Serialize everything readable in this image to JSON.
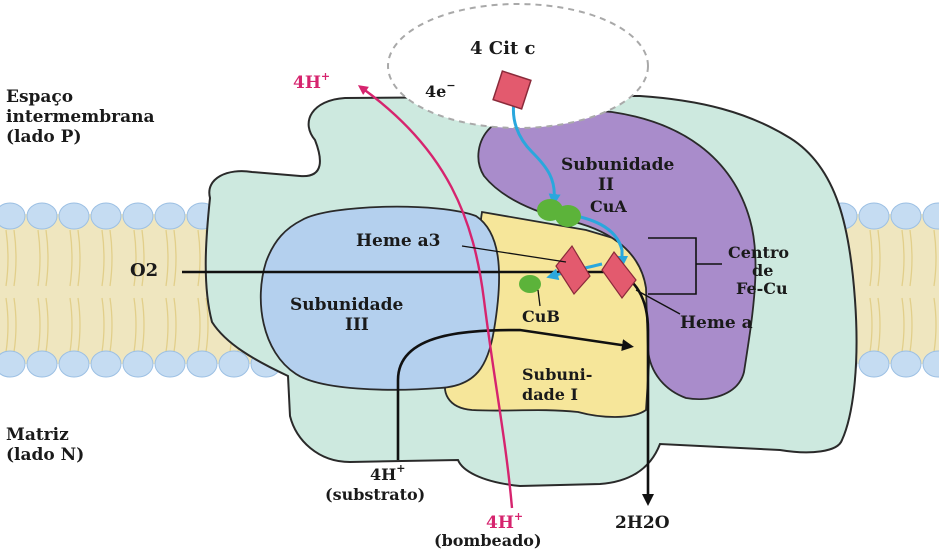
{
  "colors": {
    "membrane_head": "#c5dcf2",
    "membrane_head_stroke": "#9bbfe3",
    "membrane_tail": "#efe6bf",
    "complex_body": "#cde9df",
    "subunit_I": "#f6e69a",
    "subunit_II": "#a98ccb",
    "subunit_III": "#b4d0ee",
    "proton_path": "#d6246e",
    "electron_path": "#2aa7dd",
    "copper": "#5cb33a",
    "heme": "#e35a6e",
    "black_path": "#111111"
  },
  "labels": {
    "cit_c": "4 Cit c",
    "electrons": "4e",
    "pumped_out": "4H",
    "ims_line1": "Espaço",
    "ims_line2": "intermembrana",
    "ims_line3": "(lado P)",
    "matrix_line1": "Matriz",
    "matrix_line2": "(lado N)",
    "sub2_line1": "Subunidade",
    "sub2_line2": "II",
    "cu_a": "CuA",
    "heme_a3": "Heme a3",
    "centro_line1": "Centro",
    "centro_line2": "de",
    "centro_line3": "Fe-Cu",
    "o2": "O2",
    "sub3_line1": "Subunidade",
    "sub3_line2": "III",
    "cu_b": "CuB",
    "heme_a": "Heme a",
    "sub1_line1": "Subuni-",
    "sub1_line2": "dade I",
    "substrate_h": "4H",
    "substrate_note": "(substrato)",
    "water": "2H2O",
    "pumped_h": "4H",
    "pumped_note": "(bombeado)",
    "plus": "+",
    "minus": "−"
  }
}
